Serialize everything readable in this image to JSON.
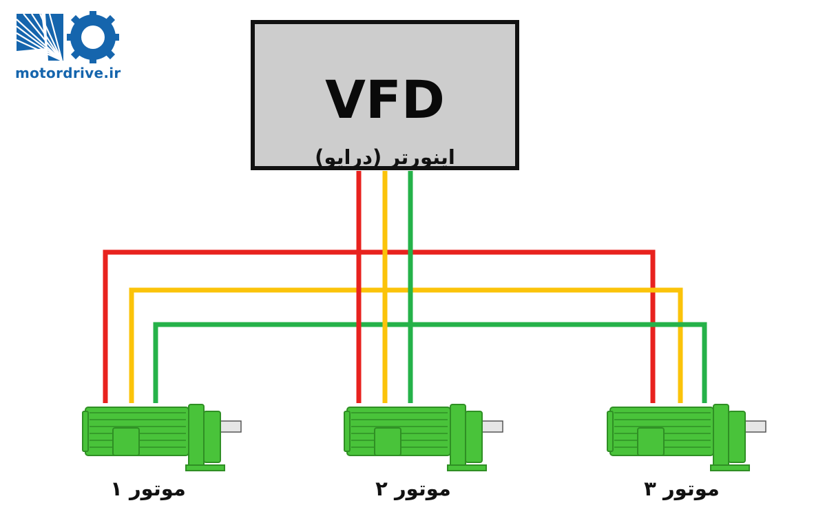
{
  "logo": {
    "text": "motordrive.ir",
    "brand_color": "#1565ad"
  },
  "vfd": {
    "title": "VFD",
    "subtitle": "اینورتر (درایو)"
  },
  "wires": {
    "colors": {
      "phase1": "#e8221e",
      "phase2": "#fbc30a",
      "phase3": "#25b249"
    }
  },
  "motors": [
    {
      "label": "موتور ۱"
    },
    {
      "label": "موتور ۲"
    },
    {
      "label": "موتور ۳"
    }
  ],
  "motor_color": "#49c33a"
}
